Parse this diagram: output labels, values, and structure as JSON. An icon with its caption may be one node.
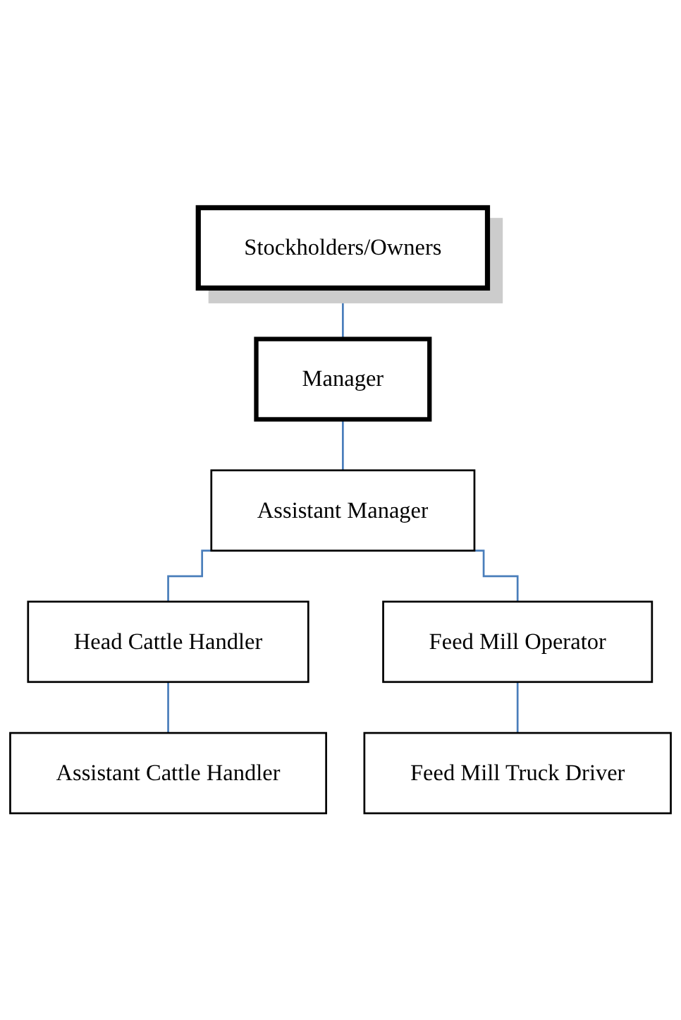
{
  "diagram": {
    "nodes": [
      {
        "text": [
          "Stockholders/Owners"
        ]
      },
      {
        "text": [
          "Manager"
        ]
      },
      {
        "text": [
          "Assistant Manager"
        ]
      },
      {
        "text": [
          "Head Cattle Handler"
        ]
      },
      {
        "text": [
          "Feed Mill Operator"
        ]
      },
      {
        "text": [
          "Assistant Cattle Handler"
        ]
      },
      {
        "text": [
          "Feed Mill Truck Driver"
        ]
      }
    ],
    "edges": [
      {
        "from": 0,
        "to": 1,
        "arrow": "none"
      },
      {
        "from": 1,
        "to": 2,
        "arrow": "none"
      },
      {
        "from": 2,
        "to": 3,
        "arrow": "none"
      },
      {
        "from": 2,
        "to": 4,
        "arrow": "none"
      },
      {
        "from": 3,
        "to": 5,
        "arrow": "none"
      },
      {
        "from": 4,
        "to": 6,
        "arrow": "none"
      }
    ]
  }
}
